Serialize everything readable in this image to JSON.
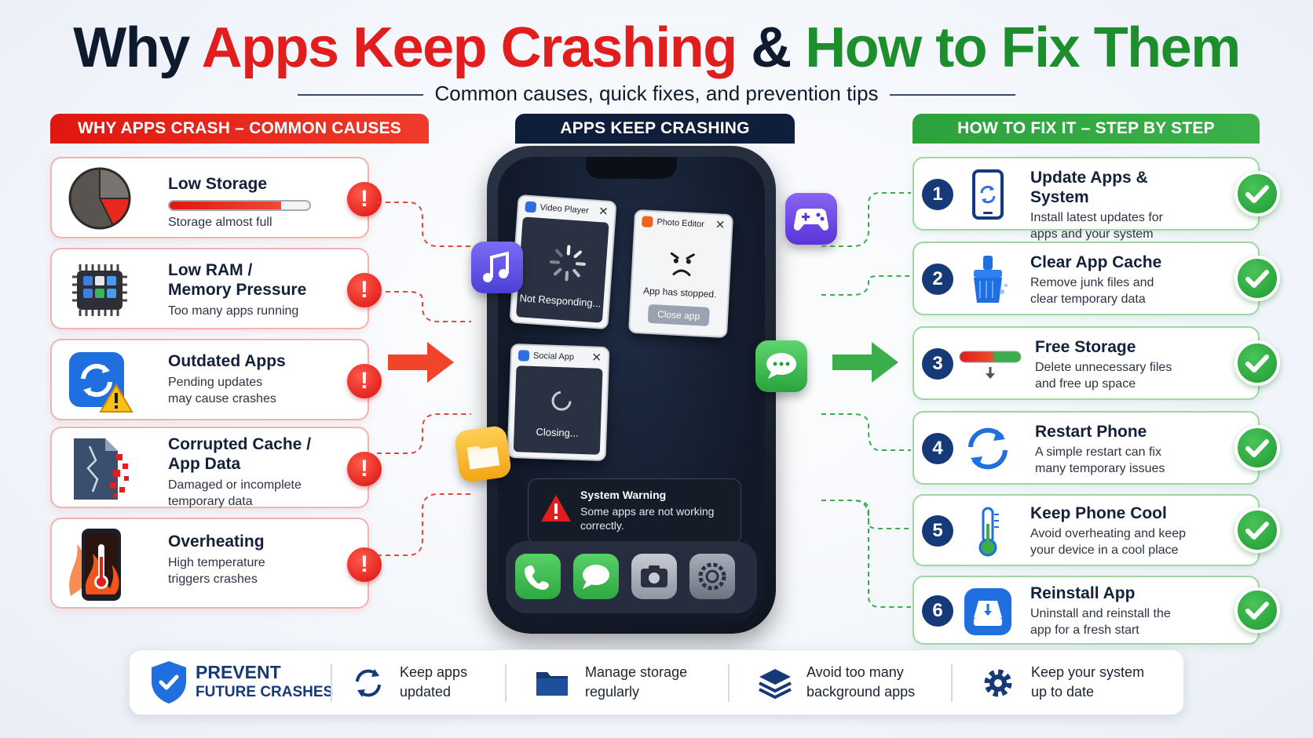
{
  "header": {
    "title_part1": "Why ",
    "title_part2": "Apps Keep Crashing",
    "title_part3": " & ",
    "title_part4": "How to Fix Them",
    "subtitle": "Common causes, quick fixes, and prevention tips"
  },
  "causes_section": {
    "heading": "WHY APPS CRASH – COMMON CAUSES",
    "items": [
      {
        "name": "Low Storage",
        "desc": "Storage almost full",
        "storage_fill_fraction": 0.8
      },
      {
        "name_l1": "Low RAM /",
        "name_l2": "Memory Pressure",
        "desc": "Too many apps running"
      },
      {
        "name": "Outdated Apps",
        "desc_l1": "Pending updates",
        "desc_l2": "may cause crashes"
      },
      {
        "name_l1": "Corrupted Cache /",
        "name_l2": "App Data",
        "desc_l1": "Damaged or incomplete",
        "desc_l2": "temporary data"
      },
      {
        "name": "Overheating",
        "desc_l1": "High temperature",
        "desc_l2": "triggers crashes"
      }
    ],
    "alert_symbol": "!"
  },
  "phone_section": {
    "heading": "APPS KEEP CRASHING",
    "popups": {
      "video": {
        "title": "Video Player",
        "status": "Not Responding..."
      },
      "photo": {
        "title": "Photo Editor",
        "status": "App has stopped.",
        "button": "Close app"
      },
      "social": {
        "title": "Social App",
        "status": "Closing..."
      }
    },
    "warning": {
      "title": "System Warning",
      "text": "Some apps are not working correctly."
    },
    "close_symbol": "✕",
    "dock": [
      "phone-app",
      "messages-app",
      "camera-app",
      "settings-app"
    ]
  },
  "fixes_section": {
    "heading": "HOW TO FIX IT – STEP BY STEP",
    "items": [
      {
        "num": "1",
        "name": "Update Apps & System",
        "desc_l1": "Install latest updates for",
        "desc_l2": "apps and your system"
      },
      {
        "num": "2",
        "name": "Clear App Cache",
        "desc_l1": "Remove junk files and",
        "desc_l2": "clear temporary data"
      },
      {
        "num": "3",
        "name": "Free Storage",
        "desc_l1": "Delete unnecessary files",
        "desc_l2": "and free up space"
      },
      {
        "num": "4",
        "name": "Restart Phone",
        "desc_l1": "A simple restart can fix",
        "desc_l2": "many temporary issues"
      },
      {
        "num": "5",
        "name": "Keep Phone Cool",
        "desc_l1": "Avoid overheating and keep",
        "desc_l2": "your device in a cool place"
      },
      {
        "num": "6",
        "name": "Reinstall App",
        "desc_l1": "Uninstall and reinstall the",
        "desc_l2": "app for a fresh start"
      }
    ]
  },
  "prevent": {
    "title_l1": "PREVENT",
    "title_l2": "FUTURE CRASHES",
    "tips": [
      {
        "l1": "Keep apps",
        "l2": "updated",
        "icon": "refresh-icon"
      },
      {
        "l1": "Manage storage",
        "l2": "regularly",
        "icon": "folder-icon"
      },
      {
        "l1": "Avoid too many",
        "l2": "background apps",
        "icon": "layers-icon"
      },
      {
        "l1": "Keep your system",
        "l2": "up to date",
        "icon": "gear-icon"
      }
    ]
  },
  "colors": {
    "red": "#e21d1d",
    "green": "#1c8f2c",
    "navy": "#163a78",
    "dark": "#0f1e3a"
  }
}
